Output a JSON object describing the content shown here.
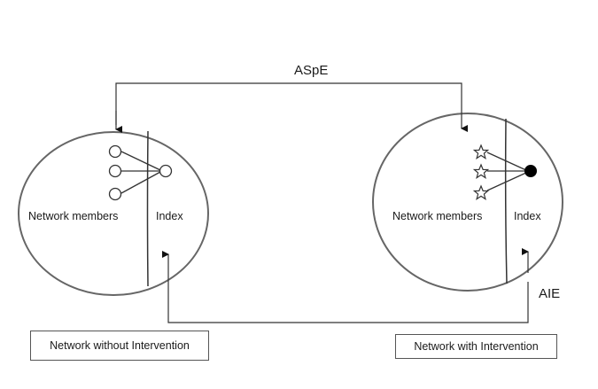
{
  "labels": {
    "top_arrow": "ASpE",
    "bottom_arrow": "AIE",
    "left_members": "Network members",
    "left_index": "Index",
    "right_members": "Network members",
    "right_index": "Index",
    "left_caption": "Network without Intervention",
    "right_caption": "Network with Intervention"
  },
  "colors": {
    "line": "#333333",
    "ellipse_stroke": "#666666",
    "filled_node": "#000000"
  },
  "icons": {
    "left_members": "hollow-circle-node",
    "right_members": "star-node",
    "right_index": "filled-circle-node"
  }
}
